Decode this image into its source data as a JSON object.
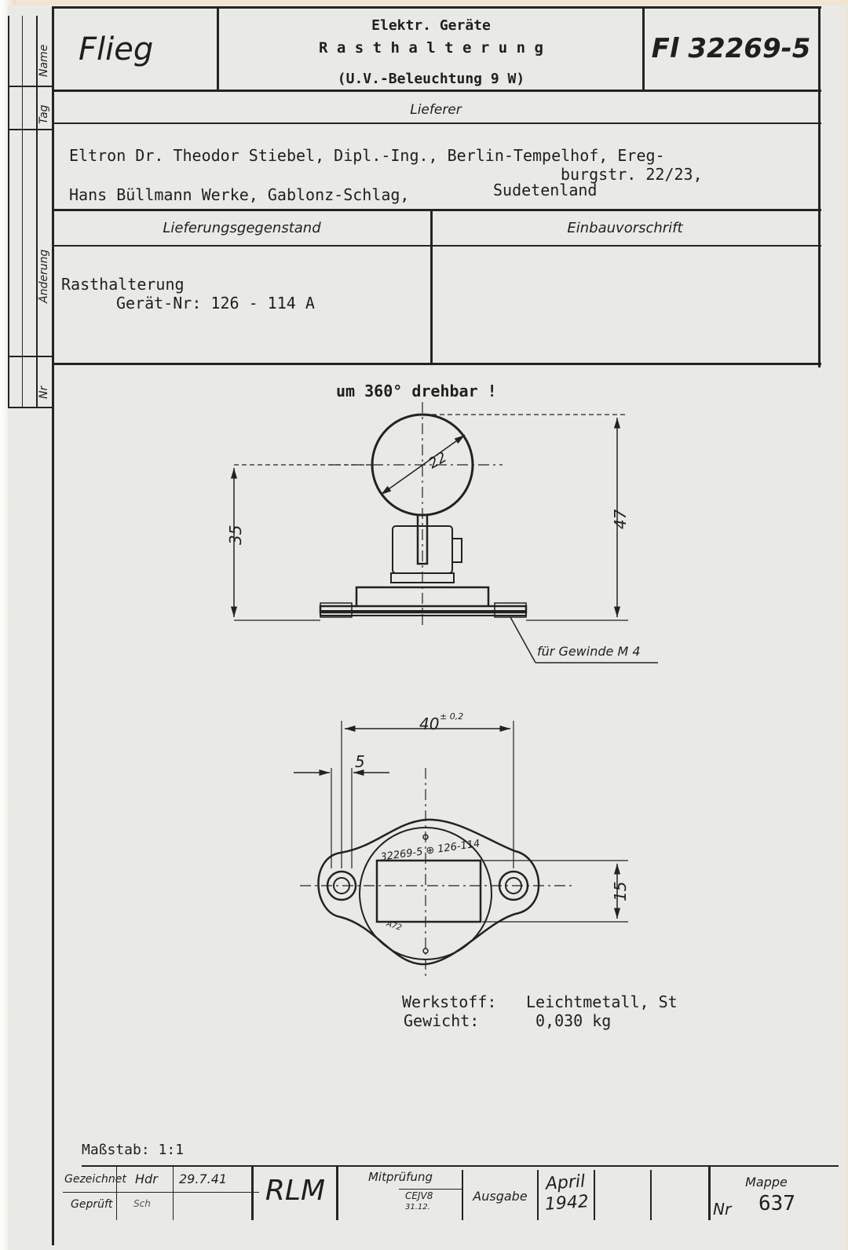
{
  "header": {
    "name": "Flieg",
    "category": "Elektr. Geräte",
    "title": "R a s t h a l t e r u n g",
    "subtitle": "(U.V.-Beleuchtung 9 W)",
    "number": "Fl 32269-5"
  },
  "left_margin": {
    "name_label": "Name",
    "tag_label": "Tag",
    "change_label": "Änderung",
    "nr_label": "Nr"
  },
  "suppliers": {
    "heading": "Lieferer",
    "line1": "Eltron Dr. Theodor Stiebel, Dipl.-Ing., Berlin-Tempelhof, Ereg-",
    "line1b": "burgstr. 22/23,",
    "line2": "Hans Büllmann Werke, Gablonz-Schlag,",
    "line2b": "Sudetenland"
  },
  "delivery": {
    "subject_heading": "Lieferungsgegenstand",
    "install_heading": "Einbauvorschrift",
    "item": "Rasthalterung",
    "device_no": "Gerät-Nr: 126 - 114 A"
  },
  "drawing": {
    "rotation_note": "um 360° drehbar !",
    "dim_diameter": "22",
    "dim_height_left": "35",
    "dim_height_right": "47",
    "thread_note": "für Gewinde M 4",
    "dim_width": "40",
    "dim_width_tol": "± 0,2",
    "dim_offset": "5",
    "dim_small": "15",
    "plate_marking": "32269-5 ⊕ 126-114",
    "plate_marking2": "A72"
  },
  "material": {
    "label1": "Werkstoff:",
    "value1": "Leichtmetall, St",
    "label2": "Gewicht:",
    "value2": "0,030 kg"
  },
  "scale": "Maßstab: 1:1",
  "footer": {
    "drawn_label": "Gezeichnet",
    "drawn_by": "Hdr",
    "drawn_date": "29.7.41",
    "checked_label": "Geprüft",
    "checked_by": "Sch",
    "org": "RLM",
    "cocheck_label": "Mitprüfung",
    "cocheck_value": "CEJV8",
    "cocheck_date": "31.12.",
    "edition_label": "Ausgabe",
    "edition_value": "April 1942",
    "folder_label": "Mappe",
    "folder_nr_label": "Nr",
    "folder_nr": "637"
  }
}
